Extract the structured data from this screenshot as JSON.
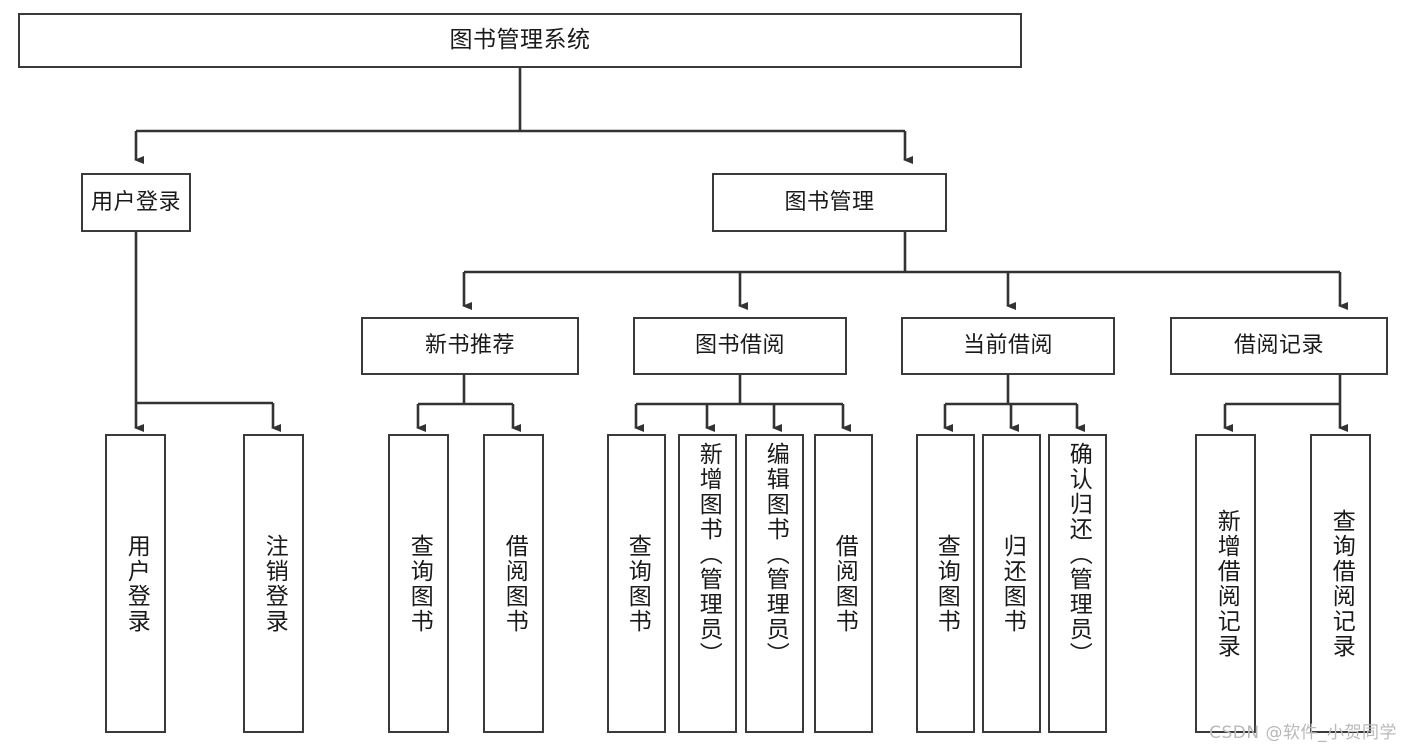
{
  "diagram": {
    "title": "图书管理系统",
    "type": "tree-hierarchy-diagram",
    "root": {
      "id": "root",
      "label": "图书管理系统"
    },
    "level2": [
      {
        "id": "user-login",
        "label": "用户登录"
      },
      {
        "id": "book-manage",
        "label": "图书管理"
      }
    ],
    "level3": [
      {
        "id": "new-book-rec",
        "label": "新书推荐"
      },
      {
        "id": "book-borrow",
        "label": "图书借阅"
      },
      {
        "id": "current-borrow",
        "label": "当前借阅"
      },
      {
        "id": "borrow-record",
        "label": "借阅记录"
      }
    ],
    "leaves": {
      "user_login": [
        {
          "id": "leaf-user-login",
          "label": "用户登录"
        },
        {
          "id": "leaf-logout",
          "label": "注销登录"
        }
      ],
      "new_book_rec": [
        {
          "id": "leaf-query-book-1",
          "label": "查询图书"
        },
        {
          "id": "leaf-borrow-book-1",
          "label": "借阅图书"
        }
      ],
      "book_borrow": [
        {
          "id": "leaf-query-book-2",
          "label": "查询图书"
        },
        {
          "id": "leaf-add-book",
          "label": "新增图书（管理员）"
        },
        {
          "id": "leaf-edit-book",
          "label": "编辑图书（管理员）"
        },
        {
          "id": "leaf-borrow-book-2",
          "label": "借阅图书"
        }
      ],
      "current_borrow": [
        {
          "id": "leaf-query-book-3",
          "label": "查询图书"
        },
        {
          "id": "leaf-return-book",
          "label": "归还图书"
        },
        {
          "id": "leaf-confirm-return",
          "label": "确认归还（管理员）"
        }
      ],
      "borrow_record": [
        {
          "id": "leaf-add-record",
          "label": "新增借阅记录"
        },
        {
          "id": "leaf-query-record",
          "label": "查询借阅记录"
        }
      ]
    },
    "colors": {
      "border": "#3a3a3a",
      "text": "#1a1a1a",
      "background": "#ffffff",
      "edge": "#333333",
      "watermark": "#b9b9b9"
    }
  },
  "watermark": {
    "text": "CSDN @软件_小贺同学"
  }
}
